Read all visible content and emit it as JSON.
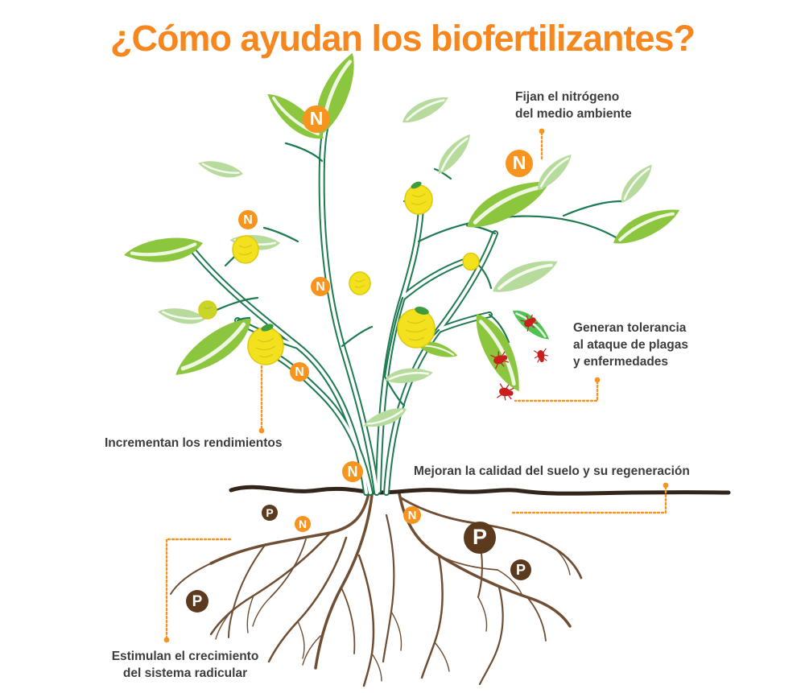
{
  "title": {
    "text": "¿Cómo ayudan los biofertilizantes?"
  },
  "labels": {
    "fijan": {
      "line1": "Fijan el nitrógeno",
      "line2": "del medio ambiente"
    },
    "generan": {
      "line1": "Generan tolerancia",
      "line2": "al ataque de plagas",
      "line3": "y enfermedades"
    },
    "incrementan": {
      "line1": "Incrementan los rendimientos"
    },
    "mejoran": {
      "line1": "Mejoran la calidad del suelo y su regeneración"
    },
    "estimulan": {
      "line1": "Estimulan el crecimiento",
      "line2": "del sistema radicular"
    }
  },
  "badges": {
    "N": "N",
    "P": "P"
  },
  "colors": {
    "title_orange": "#F6871F",
    "accent_orange": "#F7941E",
    "nitrogen_badge": "#F7941E",
    "phosphorus_badge": "#5C3A1E",
    "leaf_green": "#8CC63F",
    "leaf_light_green": "#B7DB9C",
    "pest_leaf_green": "#4FC24F",
    "branch_green": "#1E7A50",
    "lemon_yellow": "#F3E11D",
    "root_brown": "#6F4E33",
    "ground_brown": "#33251A",
    "bug_red": "#C8201C",
    "label_gray": "#3D3D3D"
  }
}
